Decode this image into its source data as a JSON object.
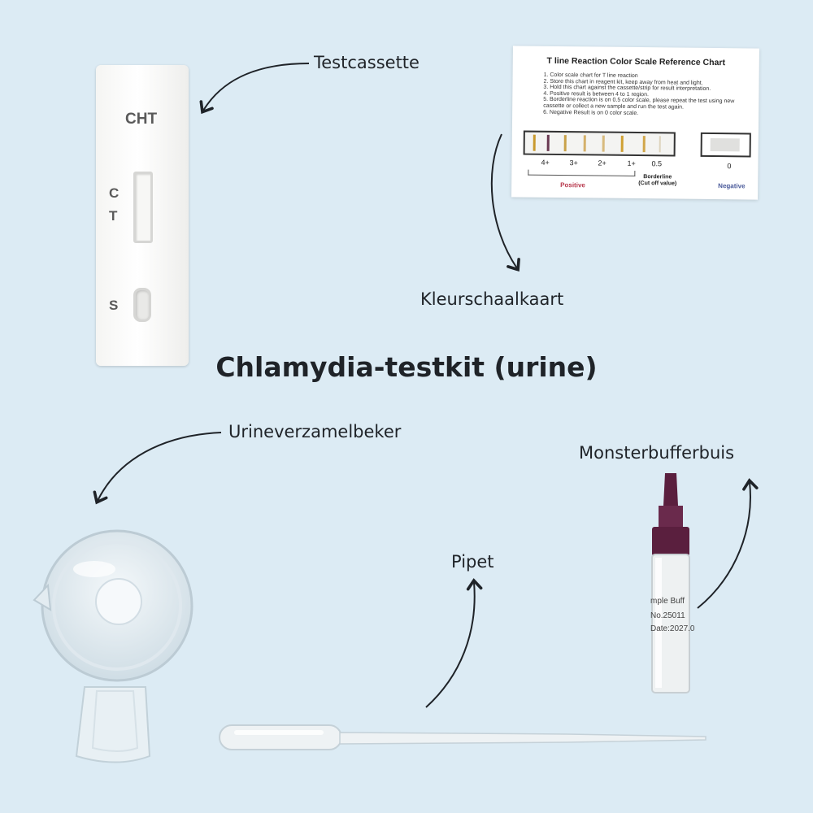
{
  "title": "Chlamydia-testkit (urine)",
  "labels": {
    "testcassette": "Testcassette",
    "kleurschaalkaart": "Kleurschaalkaart",
    "urineverzamelbeker": "Urineverzamelbeker",
    "monsterbufferbuis": "Monsterbufferbuis",
    "pipet": "Pipet"
  },
  "cassette": {
    "name": "CHT",
    "c": "C",
    "t": "T",
    "s": "S"
  },
  "chart": {
    "title": "T line Reaction Color Scale Reference Chart",
    "instructions": [
      "1. Color scale chart for T line reaction",
      "2. Store this chart in reagent kit, keep away from heat and light.",
      "3. Hold this chart against the cassette/strip for result interpretation.",
      "4. Positive result is between  4 to 1 region.",
      "5. Borderline reaction is on 0.5 color scale, please repeat the test using new",
      "cassette  or collect a new sample and run the test again.",
      "6. Negative Result is on 0 color scale."
    ],
    "scale": [
      "4+",
      "3+",
      "2+",
      "1+",
      "0.5",
      "0"
    ],
    "borderline_1": "Borderline",
    "borderline_2": "(Cut off value)",
    "positive": "Positive",
    "negative": "Negative"
  },
  "tube": {
    "line1": "mple Buff",
    "line2": "No.25011",
    "line3": "Date:2027.0"
  },
  "colors": {
    "background": "#dcebf4",
    "text": "#1f2328",
    "positive": "#b8394d",
    "negative": "#4a5a9a",
    "tube_cap": "#5a1f3e"
  }
}
